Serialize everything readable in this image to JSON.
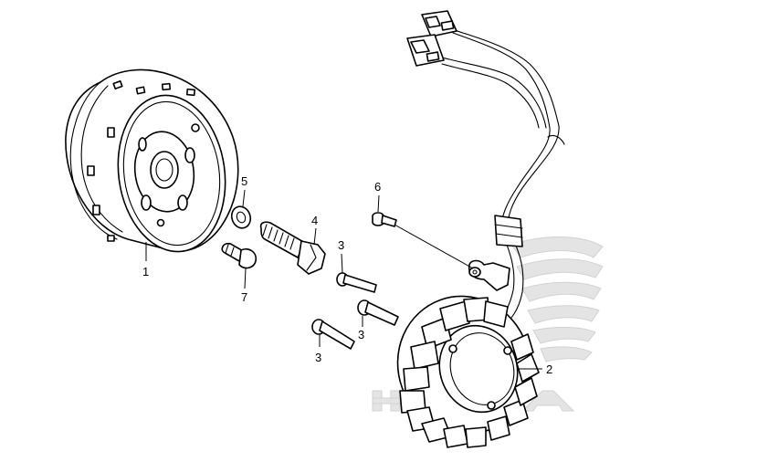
{
  "diagram": {
    "callouts": [
      {
        "id": "part-1",
        "label": "1"
      },
      {
        "id": "part-2",
        "label": "2"
      },
      {
        "id": "part-3a",
        "label": "3"
      },
      {
        "id": "part-3b",
        "label": "3"
      },
      {
        "id": "part-3c",
        "label": "3"
      },
      {
        "id": "part-4",
        "label": "4"
      },
      {
        "id": "part-5",
        "label": "5"
      },
      {
        "id": "part-6",
        "label": "6"
      },
      {
        "id": "part-7",
        "label": "7"
      }
    ],
    "watermark": {
      "brand_text": "HONDA",
      "color": "#e4e4e4"
    }
  }
}
